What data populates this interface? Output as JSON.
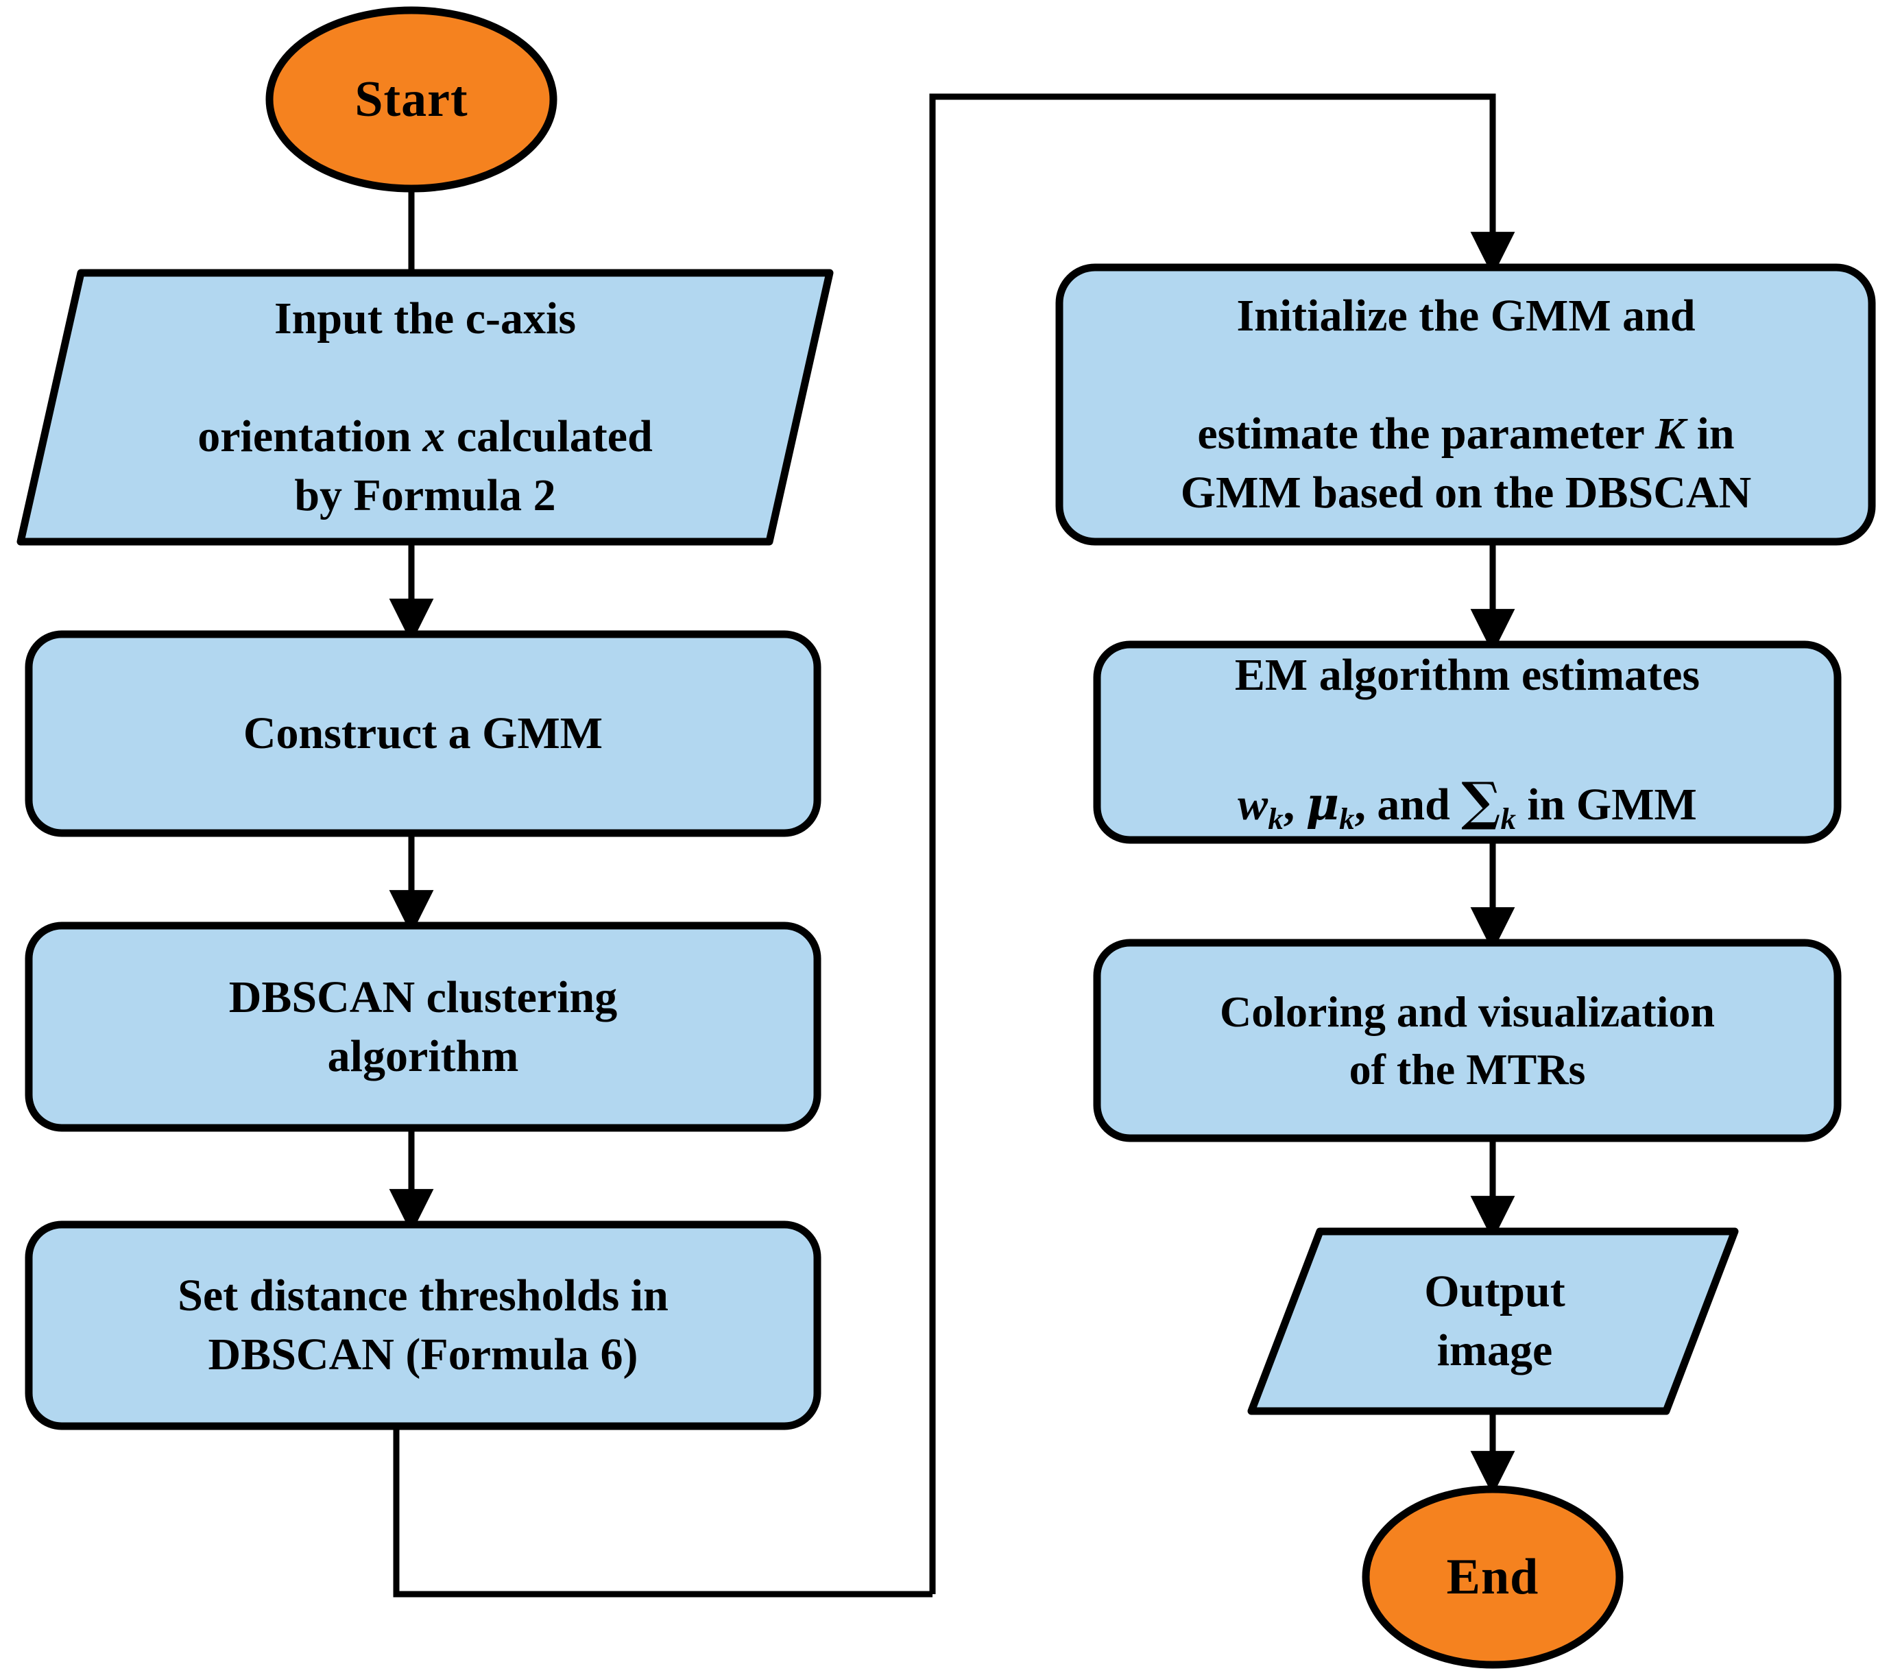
{
  "diagram": {
    "title": "MTR identification flowchart (GMM + DBSCAN)",
    "colors": {
      "terminal_fill": "#F5821F",
      "process_fill": "#B2D7F0",
      "stroke": "#000000",
      "background": "#FFFFFF"
    },
    "nodes": [
      {
        "id": "start",
        "shape": "ellipse",
        "label": "Start",
        "fill": "#F5821F"
      },
      {
        "id": "input-c-axis",
        "shape": "parallelogram",
        "label_lines": [
          "Input the c-axis",
          "orientation x calculated",
          "by Formula 2"
        ],
        "label_plain": "Input the c-axis orientation x calculated by Formula 2",
        "fill": "#B2D7F0"
      },
      {
        "id": "construct-gmm",
        "shape": "rounded-rect",
        "label_lines": [
          "Construct a GMM"
        ],
        "label_plain": "Construct a GMM",
        "fill": "#B2D7F0"
      },
      {
        "id": "dbscan-clustering",
        "shape": "rounded-rect",
        "label_lines": [
          "DBSCAN clustering",
          "algorithm"
        ],
        "label_plain": "DBSCAN clustering algorithm",
        "fill": "#B2D7F0"
      },
      {
        "id": "set-distance-thresholds",
        "shape": "rounded-rect",
        "label_lines": [
          "Set distance thresholds in",
          "DBSCAN (Formula 6)"
        ],
        "label_plain": "Set distance thresholds in DBSCAN (Formula 6)",
        "fill": "#B2D7F0"
      },
      {
        "id": "initialize-gmm",
        "shape": "rounded-rect",
        "label_lines": [
          "Initialize the GMM and",
          "estimate the parameter K in",
          "GMM based on the DBSCAN"
        ],
        "label_plain": "Initialize the GMM and estimate the parameter K in GMM based on the DBSCAN",
        "fill": "#B2D7F0"
      },
      {
        "id": "em-algorithm",
        "shape": "rounded-rect",
        "label_lines": [
          "EM algorithm estimates",
          "w_k, μ_k, and ∑_k in GMM"
        ],
        "label_plain": "EM algorithm estimates w_k, μ_k, and ∑_k in GMM",
        "fill": "#B2D7F0"
      },
      {
        "id": "coloring-visualization",
        "shape": "rounded-rect",
        "label_lines": [
          "Coloring and visualization",
          "of the MTRs"
        ],
        "label_plain": "Coloring and visualization of the MTRs",
        "fill": "#B2D7F0"
      },
      {
        "id": "output-image",
        "shape": "parallelogram",
        "label_lines": [
          "Output",
          "image"
        ],
        "label_plain": "Output image",
        "fill": "#B2D7F0"
      },
      {
        "id": "end",
        "shape": "ellipse",
        "label": "End",
        "fill": "#F5821F"
      }
    ],
    "edges": [
      {
        "from": "start",
        "to": "input-c-axis",
        "arrow": false
      },
      {
        "from": "input-c-axis",
        "to": "construct-gmm",
        "arrow": true
      },
      {
        "from": "construct-gmm",
        "to": "dbscan-clustering",
        "arrow": true
      },
      {
        "from": "dbscan-clustering",
        "to": "set-distance-thresholds",
        "arrow": true
      },
      {
        "from": "set-distance-thresholds",
        "to": "initialize-gmm",
        "arrow": true,
        "routing": "down-right-up-right-down"
      },
      {
        "from": "initialize-gmm",
        "to": "em-algorithm",
        "arrow": true
      },
      {
        "from": "em-algorithm",
        "to": "coloring-visualization",
        "arrow": true
      },
      {
        "from": "coloring-visualization",
        "to": "output-image",
        "arrow": true
      },
      {
        "from": "output-image",
        "to": "end",
        "arrow": true
      }
    ],
    "text": {
      "start": "Start",
      "end": "End",
      "input_l1": "Input the c-axis",
      "input_l2a": "orientation ",
      "input_l2b": "x",
      "input_l2c": " calculated",
      "input_l3": "by Formula 2",
      "construct": "Construct a GMM",
      "dbscan_l1": "DBSCAN clustering",
      "dbscan_l2": "algorithm",
      "setdist_l1": "Set distance thresholds in",
      "setdist_l2": "DBSCAN (Formula 6)",
      "init_l1": "Initialize the GMM and",
      "init_l2a": "estimate the parameter ",
      "init_l2b": "K",
      "init_l2c": " in",
      "init_l3": "GMM based on the DBSCAN",
      "em_l1": "EM algorithm estimates",
      "em_w": "w",
      "em_sub1": "k",
      "em_comma1": ", ",
      "em_mu": "μ",
      "em_sub2": "k",
      "em_and": ", and ",
      "em_sigma": "∑",
      "em_sub3": "k",
      "em_tail": " in GMM",
      "color_l1": "Coloring and visualization",
      "color_l2": "of the MTRs",
      "output_l1": "Output",
      "output_l2": "image"
    }
  }
}
